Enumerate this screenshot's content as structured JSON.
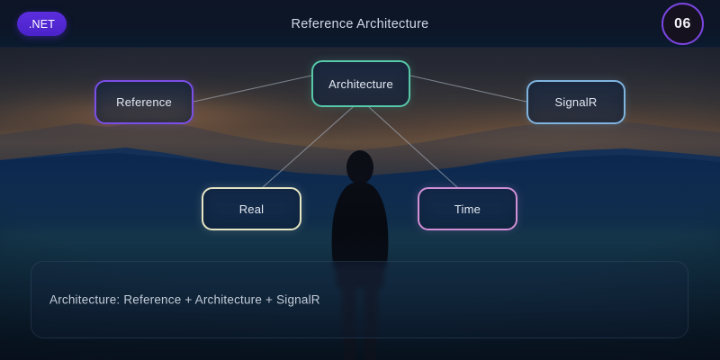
{
  "header": {
    "brand_label": ".NET",
    "title": "Reference Architecture",
    "slide_number": "06"
  },
  "diagram": {
    "nodes": [
      {
        "id": "architecture",
        "label": "Architecture",
        "color": "#57c9a8"
      },
      {
        "id": "reference",
        "label": "Reference",
        "color": "#7a4ee8"
      },
      {
        "id": "signalr",
        "label": "SignalR",
        "color": "#7fb4e0"
      },
      {
        "id": "real",
        "label": "Real",
        "color": "#e6e6c4"
      },
      {
        "id": "time",
        "label": "Time",
        "color": "#d18fd6"
      }
    ],
    "edges": [
      {
        "from": "architecture",
        "to": "reference"
      },
      {
        "from": "architecture",
        "to": "signalr"
      },
      {
        "from": "architecture",
        "to": "real"
      },
      {
        "from": "architecture",
        "to": "time"
      }
    ],
    "edge_color": "#aab4c2"
  },
  "caption": {
    "text": "Architecture: Reference + Architecture + SignalR"
  },
  "theme": {
    "accent_purple": "#5b2ede",
    "background_dark": "#0a1426",
    "text_primary": "#e3e9f2",
    "text_muted": "#c3ccd9"
  }
}
